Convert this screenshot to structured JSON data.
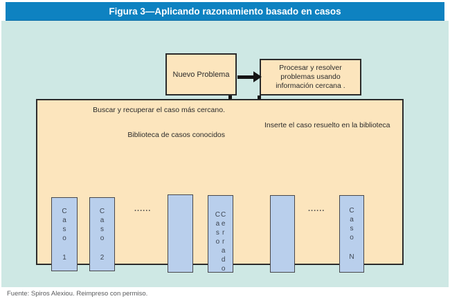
{
  "figure": {
    "title": "Figura 3—Aplicando razonamiento basado en casos",
    "source": "Fuente:  Spiros Alexiou. Reimpreso con permiso."
  },
  "colors": {
    "title_bar": "#0e82c1",
    "title_text": "#ffffff",
    "panel_background": "#cee8e4",
    "process_box_fill": "#fce5bd",
    "process_box_border": "#2b2b2b",
    "case_box_fill": "#b9cfec",
    "case_box_border": "#47474b",
    "arrow": "#141414"
  },
  "flow": {
    "new_problem": {
      "label": "Nuevo Problema"
    },
    "process": {
      "lines": [
        "Procesar y resolver",
        "problemas usando",
        "información cercana ."
      ]
    },
    "search_label": "Buscar y recuperar el caso más cercano.",
    "library_label": "Biblioteca de casos conocidos",
    "insert_label": "Inserte el caso resuelto en la biblioteca"
  },
  "library": {
    "ellipsis": "......",
    "cases": [
      {
        "name": "caso-1",
        "word": "Caso",
        "suffix": "1"
      },
      {
        "name": "caso-2",
        "word": "Caso",
        "suffix": "2"
      },
      {
        "name": "caso-blank-left",
        "word": "",
        "suffix": ""
      },
      {
        "name": "caso-cerrado",
        "word": "Caso",
        "word2": "Cerrado"
      },
      {
        "name": "caso-blank-right",
        "word": "",
        "suffix": ""
      },
      {
        "name": "caso-n",
        "word": "Caso",
        "suffix": "N"
      }
    ]
  }
}
